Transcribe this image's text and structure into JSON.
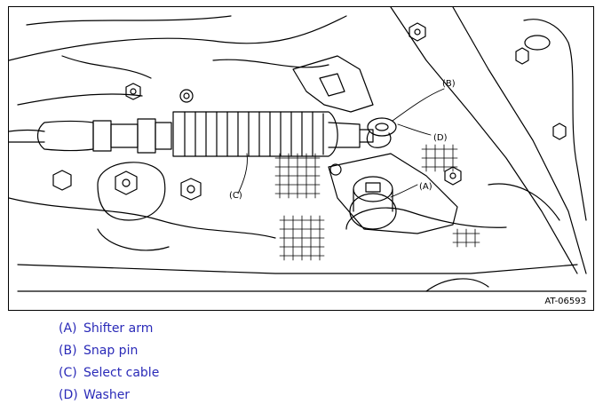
{
  "figure": {
    "code": "AT-06593",
    "callouts": {
      "A": "(A)",
      "B": "(B)",
      "C": "(C)",
      "D": "(D)"
    }
  },
  "legend": [
    {
      "key": "(A)",
      "text": "Shifter arm"
    },
    {
      "key": "(B)",
      "text": "Snap pin"
    },
    {
      "key": "(C)",
      "text": "Select cable"
    },
    {
      "key": "(D)",
      "text": "Washer"
    }
  ]
}
